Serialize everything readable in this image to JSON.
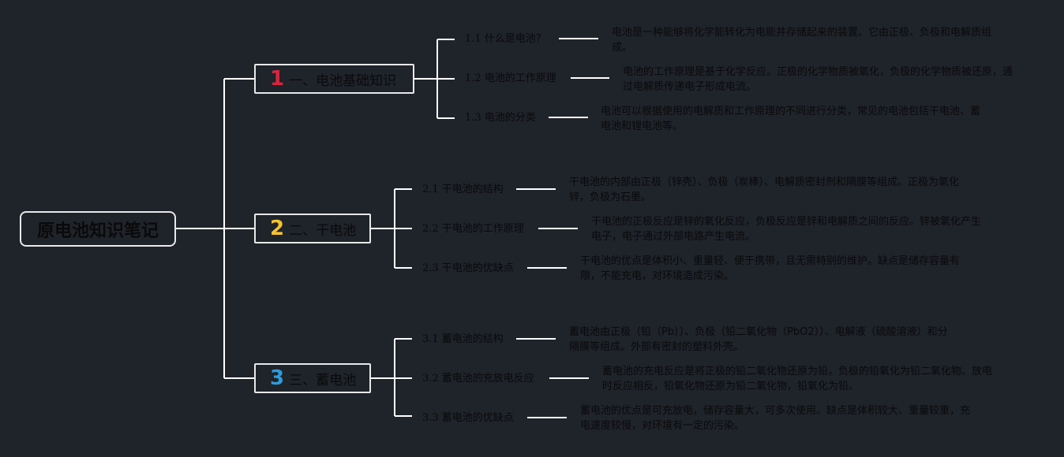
{
  "root": {
    "title": "原电池知识笔记"
  },
  "colors": {
    "background": "#1f232a",
    "line": "#ffffff",
    "num1": "#d7263d",
    "num2": "#f4c430",
    "num3": "#2d9cdb"
  },
  "branches": [
    {
      "num": "1",
      "label": "一、电池基础知识",
      "items": [
        {
          "label": "1.1 什么是电池？",
          "desc": "电池是一种能够将化学能转化为电能并存储起来的装置。它由正极、负极和电解质组成。"
        },
        {
          "label": "1.2 电池的工作原理",
          "desc": "电池的工作原理是基于化学反应。正极的化学物质被氧化，负极的化学物质被还原，通过电解质传递电子形成电流。"
        },
        {
          "label": "1.3 电池的分类",
          "desc": "电池可以根据使用的电解质和工作原理的不同进行分类，常见的电池包括干电池、蓄电池和锂电池等。"
        }
      ]
    },
    {
      "num": "2",
      "label": "二、干电池",
      "items": [
        {
          "label": "2.1 干电池的结构",
          "desc": "干电池的内部由正极（锌壳）、负极（炭棒）、电解质密封剂和隔膜等组成。正极为氧化锌，负极为石墨。"
        },
        {
          "label": "2.2 干电池的工作原理",
          "desc": "干电池的正极反应是锌的氧化反应，负极反应是锌和电解质之间的反应。锌被氧化产生电子，电子通过外部电路产生电流。"
        },
        {
          "label": "2.3 干电池的优缺点",
          "desc": "干电池的优点是体积小、重量轻、便于携带，且无需特别的维护。缺点是储存容量有限，不能充电，对环境造成污染。"
        }
      ]
    },
    {
      "num": "3",
      "label": "三、蓄电池",
      "items": [
        {
          "label": "3.1 蓄电池的结构",
          "desc": "蓄电池由正极（铅（Pb））、负极（铅二氧化物（PbO2））、电解液（硫酸溶液）和分隔膜等组成。外部有密封的塑料外壳。"
        },
        {
          "label": "3.2 蓄电池的充放电反应",
          "desc": "蓄电池的充电反应是将正极的铅二氧化物还原为铅，负极的铅氧化为铅二氧化物。放电时反应相反，铅氧化物还原为铅二氧化物，铅氧化为铅。"
        },
        {
          "label": "3.3 蓄电池的优缺点",
          "desc": "蓄电池的优点是可充放电，储存容量大，可多次使用。缺点是体积较大、重量较重，充电速度较慢，对环境有一定的污染。"
        }
      ]
    }
  ]
}
